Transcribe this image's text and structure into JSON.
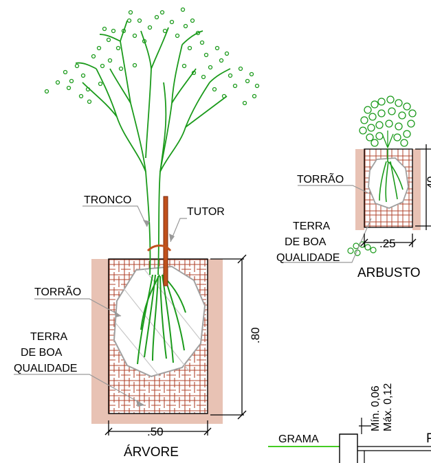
{
  "tree": {
    "title": "ÁRVORE",
    "trunk_label": "TRONCO",
    "stake_label": "TUTOR",
    "rootball_label": "TORRÃO",
    "soil_label_line1": "TERRA",
    "soil_label_line2": "DE BOA",
    "soil_label_line3": "QUALIDADE",
    "depth_dim": ".80",
    "width_dim": ".50"
  },
  "shrub": {
    "title": "ARBUSTO",
    "rootball_label": "TORRÃO",
    "soil_label_line1": "TERRA",
    "soil_label_line2": "DE BOA",
    "soil_label_line3": "QUALIDADE",
    "width_dim": ".25",
    "depth_dim_partial": ".40"
  },
  "lawn": {
    "grass_label": "GRAMA",
    "min_label": "Mín. 0,06",
    "max_label": "Máx. 0,12",
    "edge_label_partial": "P"
  },
  "colors": {
    "plant_green": "#1a9a1a",
    "pit_fill": "#e8c2b4",
    "hatch": "#b0442c",
    "stake": "#c0501c",
    "rootball_line": "#a0a0a0",
    "grass_line": "#44cc22"
  }
}
